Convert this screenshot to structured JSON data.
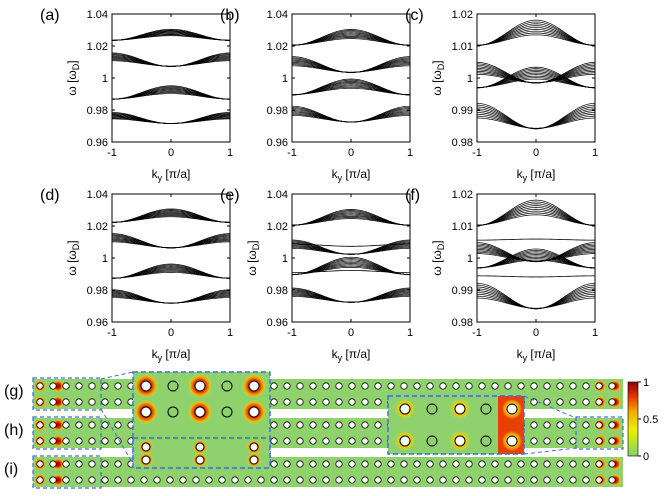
{
  "chart_data": [
    {
      "panel": "(a)",
      "type": "line",
      "xlabel": "k_y [π/a]",
      "ylabel": "ω [ω_D]",
      "xlim": [
        -1,
        1
      ],
      "ylim": [
        0.96,
        1.04
      ],
      "xticks": [
        "-1",
        "0",
        "1"
      ],
      "yticks": [
        "0.96",
        "0.98",
        "1",
        "1.02",
        "1.04"
      ],
      "series": [
        {
          "values": [
            1.0225,
            1.0295
          ],
          "dir": "down"
        },
        {
          "values": [
            1.006,
            1.0145
          ],
          "dir": "up"
        },
        {
          "values": [
            0.9855,
            0.994
          ],
          "dir": "down"
        },
        {
          "values": [
            0.9705,
            0.9775
          ],
          "dir": "up"
        }
      ]
    },
    {
      "panel": "(b)",
      "type": "line",
      "xlabel": "k_y [π/a]",
      "ylabel": "",
      "xlim": [
        -1,
        1
      ],
      "ylim": [
        0.96,
        1.04
      ],
      "xticks": [
        "-1",
        "0",
        "1"
      ],
      "yticks": [
        "0.96",
        "0.98",
        "1",
        "1.02",
        "1.04"
      ],
      "series": [
        {
          "values": [
            1.019,
            1.029
          ],
          "dir": "down"
        },
        {
          "values": [
            1.002,
            1.012
          ],
          "dir": "up"
        },
        {
          "values": [
            0.988,
            0.998
          ],
          "dir": "down"
        },
        {
          "values": [
            0.971,
            0.981
          ],
          "dir": "up"
        }
      ]
    },
    {
      "panel": "(c)",
      "type": "line",
      "xlabel": "k_y [π/a]",
      "ylabel": "ω [ω_D]",
      "xlim": [
        -1,
        1
      ],
      "ylim": [
        0.98,
        1.02
      ],
      "xticks": [
        "-1",
        "0",
        "1"
      ],
      "yticks": [
        "0.98",
        "0.99",
        "1",
        "1.01",
        "1.02"
      ],
      "series": [
        {
          "values": [
            1.009,
            1.017
          ],
          "dir": "down"
        },
        {
          "values": [
            0.9975,
            1.004
          ],
          "dir": "up"
        },
        {
          "values": [
            0.996,
            1.0025
          ],
          "dir": "down"
        },
        {
          "values": [
            0.983,
            0.991
          ],
          "dir": "up"
        }
      ]
    },
    {
      "panel": "(d)",
      "type": "line",
      "xlabel": "k_y [π/a]",
      "ylabel": "ω [ω_D]",
      "xlim": [
        -1,
        1
      ],
      "ylim": [
        0.96,
        1.04
      ],
      "xticks": [
        "-1",
        "0",
        "1"
      ],
      "yticks": [
        "0.96",
        "0.98",
        "1",
        "1.02",
        "1.04"
      ],
      "series": [
        {
          "values": [
            1.021,
            1.0295
          ],
          "dir": "down"
        },
        {
          "values": [
            1.005,
            1.014
          ],
          "dir": "up"
        },
        {
          "values": [
            0.986,
            0.995
          ],
          "dir": "down"
        },
        {
          "values": [
            0.9705,
            0.979
          ],
          "dir": "up"
        }
      ]
    },
    {
      "panel": "(e)",
      "type": "line",
      "xlabel": "k_y [π/a]",
      "ylabel": "ω [ω_D]",
      "xlim": [
        -1,
        1
      ],
      "ylim": [
        0.96,
        1.04
      ],
      "xticks": [
        "-1",
        "0",
        "1"
      ],
      "yticks": [
        "0.96",
        "0.98",
        "1",
        "1.02",
        "1.04"
      ],
      "series": [
        {
          "values": [
            1.019,
            1.029
          ],
          "dir": "down"
        },
        {
          "values": [
            1.007,
            1.009
          ],
          "dir": "up"
        },
        {
          "values": [
            1.001,
            1.01
          ],
          "dir": "up"
        },
        {
          "values": [
            0.988,
            0.999
          ],
          "dir": "down"
        },
        {
          "values": [
            0.9905,
            0.9925
          ],
          "dir": "down"
        },
        {
          "values": [
            0.971,
            0.98
          ],
          "dir": "up"
        }
      ]
    },
    {
      "panel": "(f)",
      "type": "line",
      "xlabel": "k_y [π/a]",
      "ylabel": "ω [ω_D]",
      "xlim": [
        -1,
        1
      ],
      "ylim": [
        0.98,
        1.02
      ],
      "xticks": [
        "-1",
        "0",
        "1"
      ],
      "yticks": [
        "0.98",
        "0.99",
        "1",
        "1.01",
        "1.02"
      ],
      "series": [
        {
          "values": [
            1.009,
            1.017
          ],
          "dir": "down"
        },
        {
          "values": [
            1.0055,
            1.006
          ],
          "dir": "down"
        },
        {
          "values": [
            0.998,
            1.004
          ],
          "dir": "up"
        },
        {
          "values": [
            0.996,
            1.002
          ],
          "dir": "down"
        },
        {
          "values": [
            0.994,
            0.9945
          ],
          "dir": "up"
        },
        {
          "values": [
            0.983,
            0.991
          ],
          "dir": "up"
        }
      ]
    },
    {
      "type": "heatmap",
      "row_labels": [
        "(g)",
        "(h)",
        "(i)"
      ],
      "colorbar": {
        "min": 0,
        "max": 1,
        "ticks": [
          "1",
          "0.5",
          "0"
        ]
      }
    }
  ]
}
